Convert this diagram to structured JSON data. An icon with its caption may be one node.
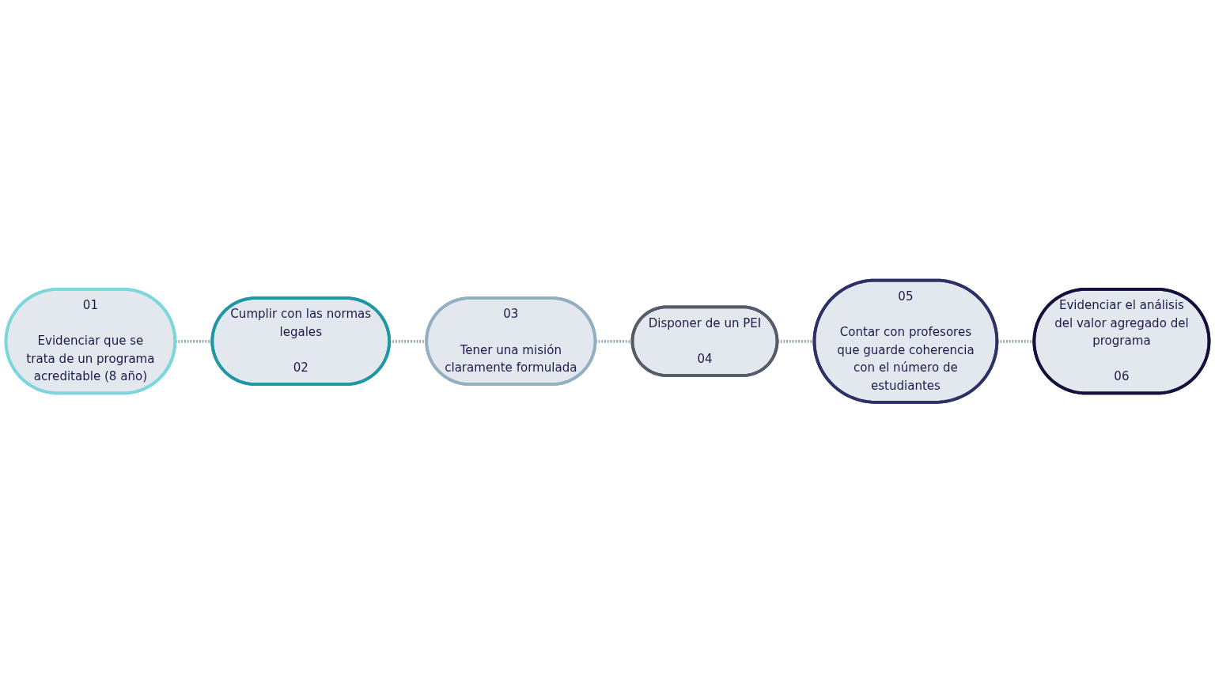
{
  "diagram": {
    "nodes": [
      {
        "text": [
          "01",
          "Evidenciar que se trata de un programa acreditable (8 año)"
        ]
      },
      {
        "text": [
          "Cumplir con las normas legales",
          "02"
        ]
      },
      {
        "text": [
          "03",
          "Tener una misión claramente formulada"
        ]
      },
      {
        "text": [
          "Disponer de un PEI",
          "04"
        ]
      },
      {
        "text": [
          "05",
          "Contar con profesores que guarde coherencia con el número de estudiantes"
        ]
      },
      {
        "text": [
          "Evidenciar el análisis del valor agregado del programa",
          "06"
        ]
      }
    ],
    "edges": [
      {
        "from": 0,
        "to": 1,
        "arrow": "none",
        "style": "dashed"
      },
      {
        "from": 1,
        "to": 2,
        "arrow": "none",
        "style": "dashed"
      },
      {
        "from": 2,
        "to": 3,
        "arrow": "none",
        "style": "dashed"
      },
      {
        "from": 3,
        "to": 4,
        "arrow": "none",
        "style": "dashed"
      },
      {
        "from": 4,
        "to": 5,
        "arrow": "none",
        "style": "dashed"
      }
    ]
  }
}
